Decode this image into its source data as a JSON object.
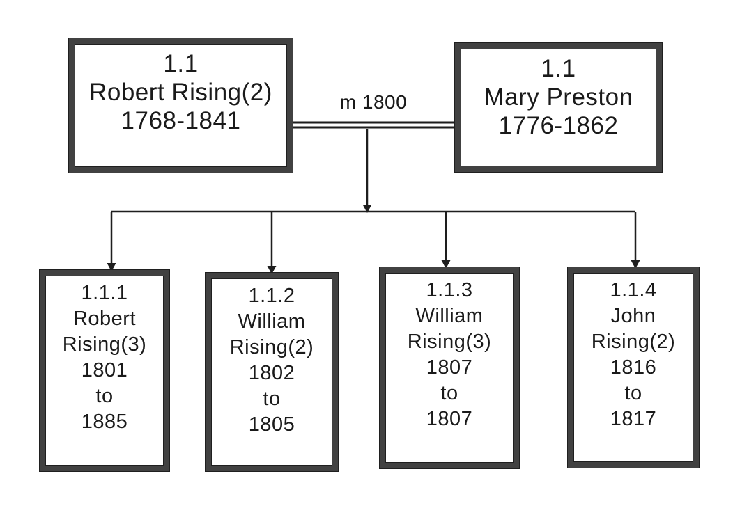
{
  "marriage": {
    "label": "m 1800"
  },
  "parents": [
    {
      "id": "1.1",
      "name": "Robert Rising(2)",
      "years": "1768-1841"
    },
    {
      "id": "1.1",
      "name": "Mary Preston",
      "years": "1776-1862"
    }
  ],
  "children": [
    {
      "id": "1.1.1",
      "given_name": "Robert",
      "surname": "Rising(3)",
      "born": "1801",
      "to_label": "to",
      "died": "1885"
    },
    {
      "id": "1.1.2",
      "given_name": "William",
      "surname": "Rising(2)",
      "born": "1802",
      "to_label": "to",
      "died": "1805"
    },
    {
      "id": "1.1.3",
      "given_name": "William",
      "surname": "Rising(3)",
      "born": "1807",
      "to_label": "to",
      "died": "1807"
    },
    {
      "id": "1.1.4",
      "given_name": "John",
      "surname": "Rising(2)",
      "born": "1816",
      "to_label": "to",
      "died": "1817"
    }
  ],
  "colors": {
    "background": "#ffffff",
    "box_border": "#414141",
    "box_edge": "#1f1f1f",
    "line": "#1e1e1e",
    "text": "#1a1a1a"
  }
}
